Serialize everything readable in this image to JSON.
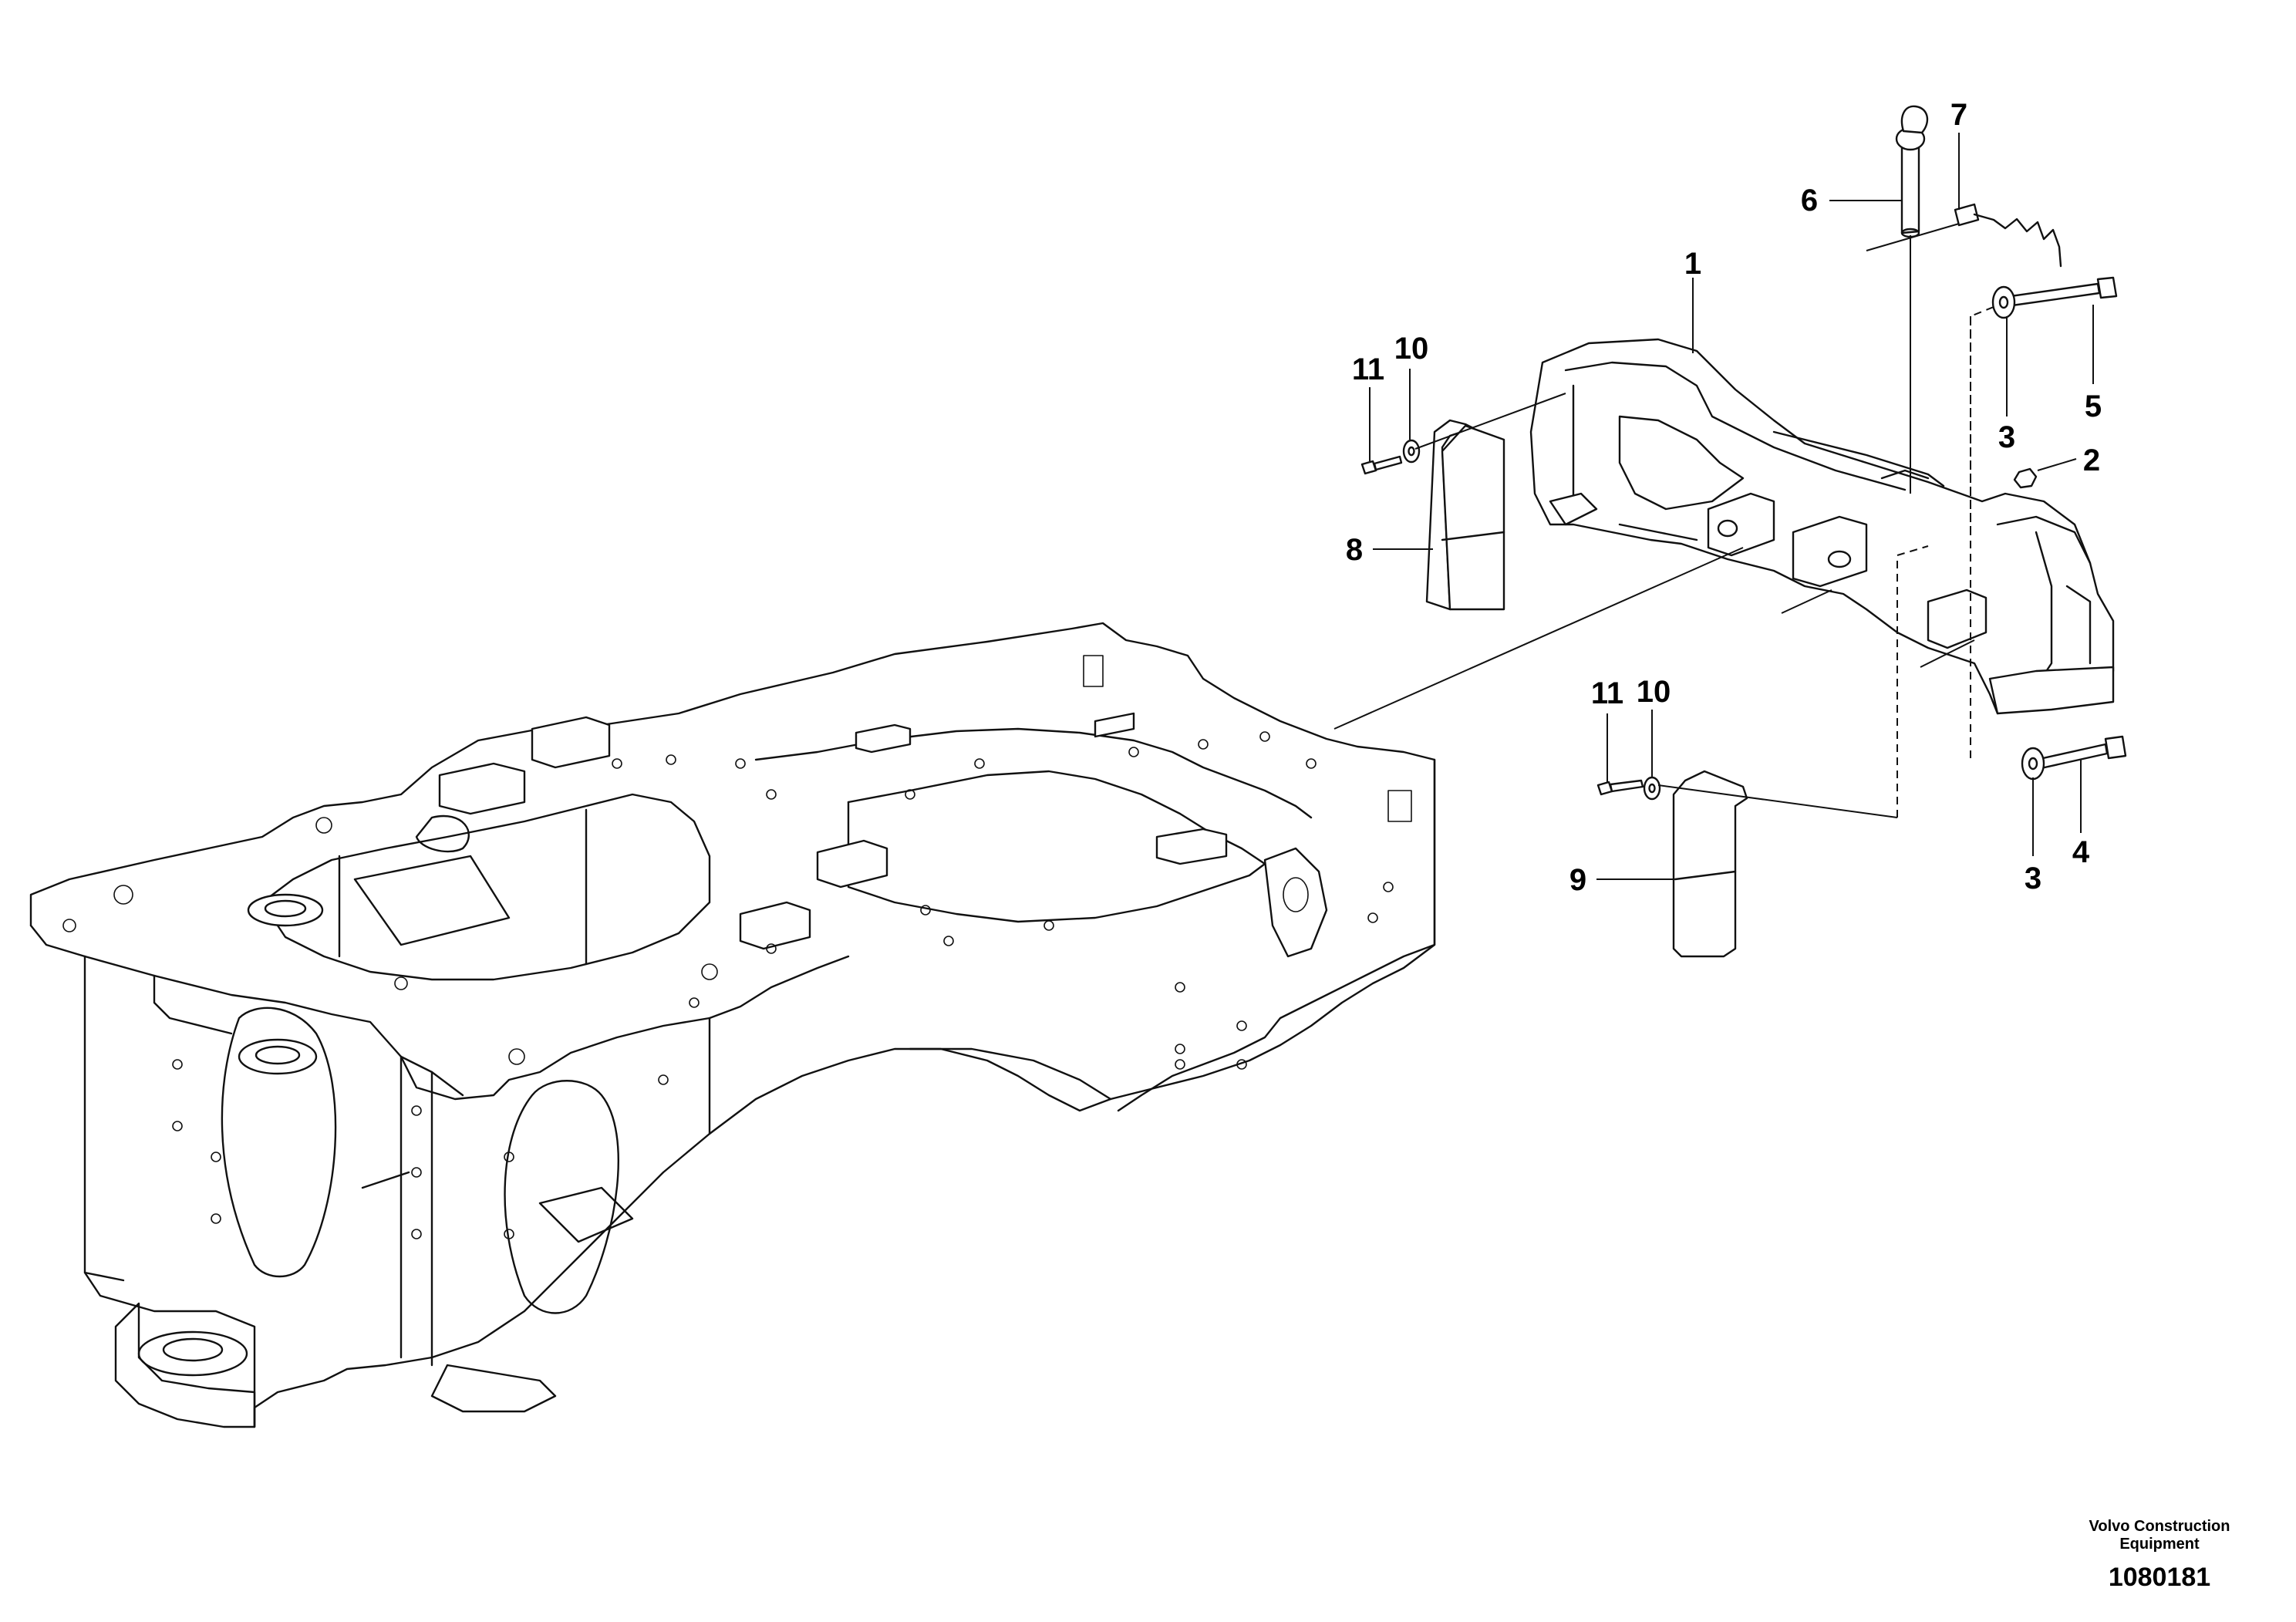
{
  "callouts": {
    "c1": "1",
    "c2": "2",
    "c3a": "3",
    "c3b": "3",
    "c4": "4",
    "c5": "5",
    "c6": "6",
    "c7": "7",
    "c8": "8",
    "c9": "9",
    "c10a": "10",
    "c10b": "10",
    "c11a": "11",
    "c11b": "11"
  },
  "footer": {
    "brand_line1": "Volvo Construction",
    "brand_line2": "Equipment",
    "figure_number": "1080181"
  }
}
